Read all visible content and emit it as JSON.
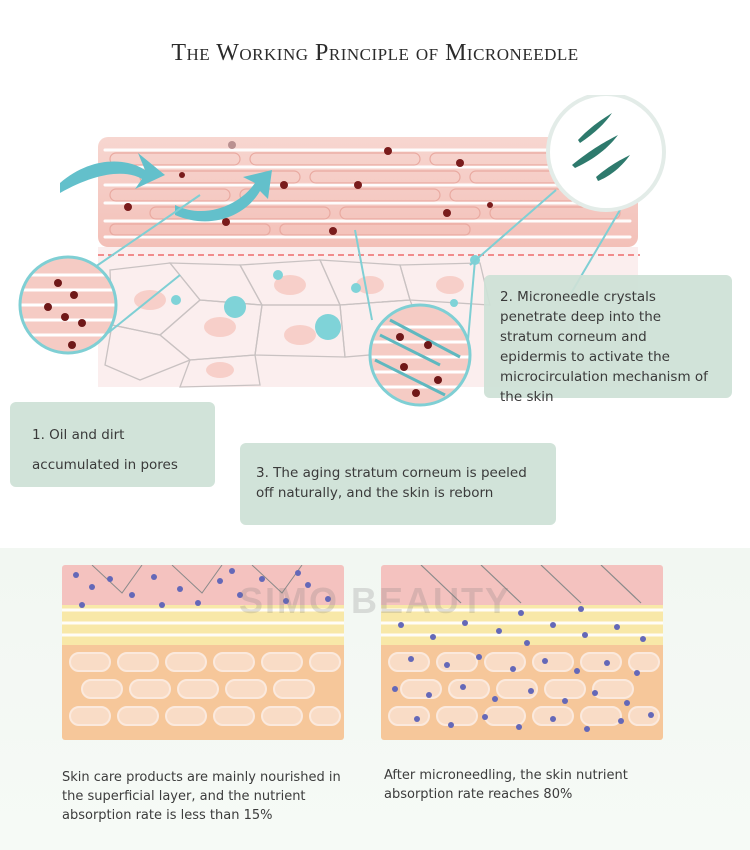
{
  "title": "The Working Principle of  Microneedle",
  "steps": {
    "step1": {
      "line1": "1. Oil and dirt",
      "line2": "accumulated in pores"
    },
    "step2": {
      "text": "2. Microneedle crystals penetrate deep into the stratum corneum and epidermis to activate the microcirculation mechanism of the skin"
    },
    "step3": {
      "text": "3. The aging stratum corneum is peeled off naturally, and the skin is reborn"
    }
  },
  "comparison": {
    "left_caption": "Skin care products are mainly nourished in the superficial layer, and the nutrient absorption rate is less than 15%",
    "right_caption": "After microneedling, the skin nutrient absorption rate reaches 80%"
  },
  "watermark": "SIMO BEAUTY",
  "colors": {
    "skin_pink": "#f4c4bd",
    "layer_line": "#ffffff",
    "dirt_dot": "#7a1c1c",
    "teal": "#6cc6cb",
    "box_green": "#cde1d6",
    "nutrient_dot": "#5a5fb0",
    "fat_yellow": "#f7e2a8"
  }
}
